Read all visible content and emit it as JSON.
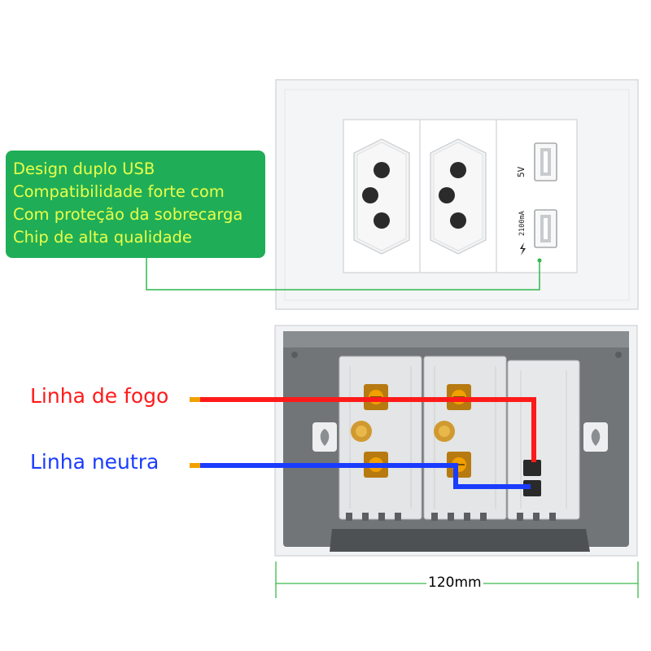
{
  "features": {
    "lines": [
      "Design duplo USB",
      "Compatibilidade forte com",
      "Com proteção da sobrecarga",
      "Chip de alta qualidade"
    ]
  },
  "wires": {
    "live": {
      "label": "Linha de fogo",
      "color": "#ff1a1a"
    },
    "neutral": {
      "label": "Linha neutra",
      "color": "#1a3cff"
    }
  },
  "usb": {
    "voltage": "5V",
    "current": "2100mA"
  },
  "dimension": {
    "width_label": "120mm"
  },
  "colors": {
    "feature_box": "#1fae57",
    "feature_text": "#eaff4a",
    "leader": "#2db84d",
    "terminal": "#f0a000"
  },
  "icons": [
    "lightning-icon",
    "usb-port-icon",
    "terminal-screw-icon"
  ]
}
